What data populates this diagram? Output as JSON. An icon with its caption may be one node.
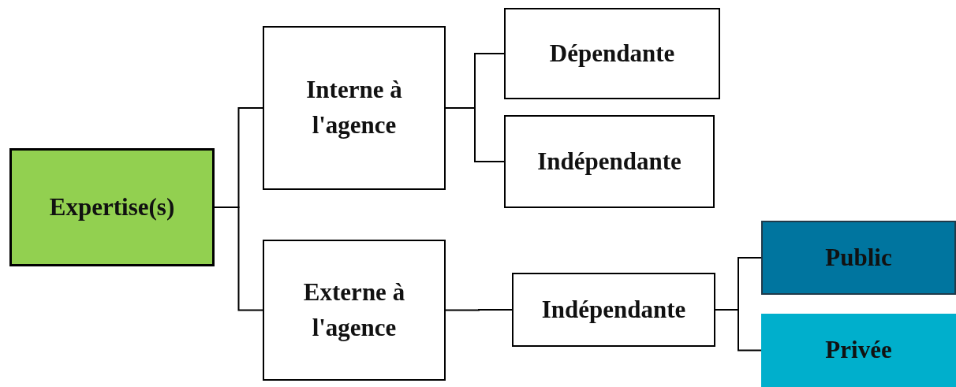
{
  "diagram": {
    "nodes": [
      {
        "text": [
          "Expertise(s)"
        ]
      },
      {
        "text": [
          "Interne à l'agence"
        ]
      },
      {
        "text": [
          "Dépendante"
        ]
      },
      {
        "text": [
          "Indépendante"
        ]
      },
      {
        "text": [
          "Externe à l'agence"
        ]
      },
      {
        "text": [
          "Indépendante"
        ]
      },
      {
        "text": [
          "Public"
        ]
      },
      {
        "text": [
          "Privée"
        ]
      }
    ],
    "edges": [
      {
        "from": 0,
        "to": 1,
        "arrow": "none"
      },
      {
        "from": 0,
        "to": 4,
        "arrow": "none"
      },
      {
        "from": 1,
        "to": 2,
        "arrow": "none"
      },
      {
        "from": 1,
        "to": 3,
        "arrow": "none"
      },
      {
        "from": 4,
        "to": 5,
        "arrow": "none"
      },
      {
        "from": 5,
        "to": 6,
        "arrow": "none"
      },
      {
        "from": 5,
        "to": 7,
        "arrow": "none"
      }
    ]
  }
}
